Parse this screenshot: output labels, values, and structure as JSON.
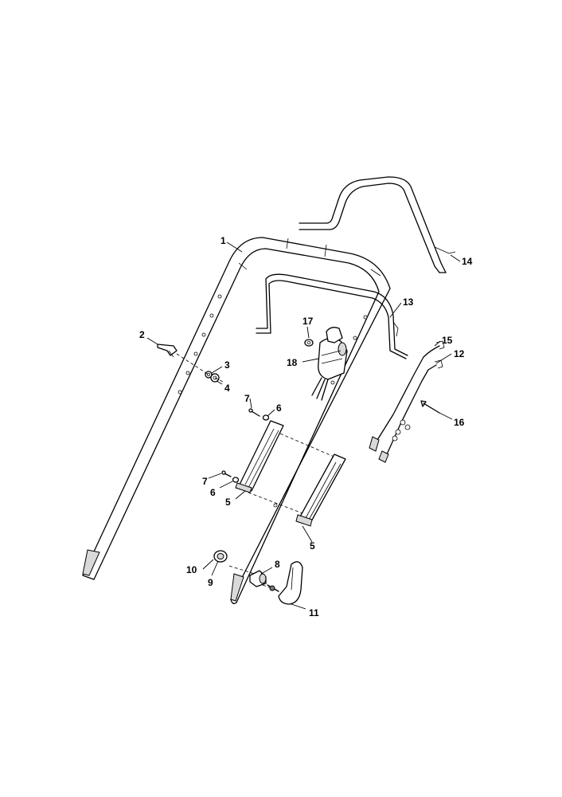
{
  "callouts": {
    "c1": "1",
    "c2": "2",
    "c3": "3",
    "c4": "4",
    "c5a": "5",
    "c5b": "5",
    "c6a": "6",
    "c6b": "6",
    "c7a": "7",
    "c7b": "7",
    "c8": "8",
    "c9": "9",
    "c10": "10",
    "c11": "11",
    "c12": "12",
    "c13": "13",
    "c14": "14",
    "c15": "15",
    "c16": "16",
    "c17": "17",
    "c18": "18"
  }
}
